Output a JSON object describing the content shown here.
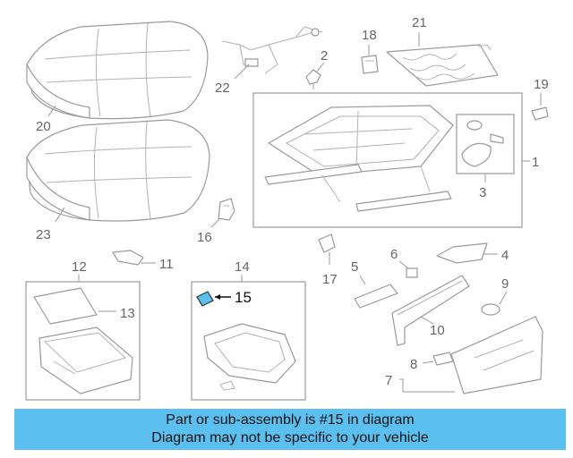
{
  "colors": {
    "banner": "#5bc0f0",
    "highlight": "#5bc0f0",
    "line": "#9a9a9a"
  },
  "callouts": {
    "c1": "1",
    "c2": "2",
    "c3": "3",
    "c4": "4",
    "c5": "5",
    "c6": "6",
    "c7": "7",
    "c8": "8",
    "c9": "9",
    "c10": "10",
    "c11": "11",
    "c12": "12",
    "c13": "13",
    "c14": "14",
    "c15": "15",
    "c16": "16",
    "c17": "17",
    "c18": "18",
    "c19": "19",
    "c20": "20",
    "c21": "21",
    "c22": "22",
    "c23": "23"
  },
  "highlighted_part": "15",
  "banner": {
    "line1": "Part or sub-assembly is #15 in diagram",
    "line2": "Diagram may not be specific to your vehicle"
  }
}
